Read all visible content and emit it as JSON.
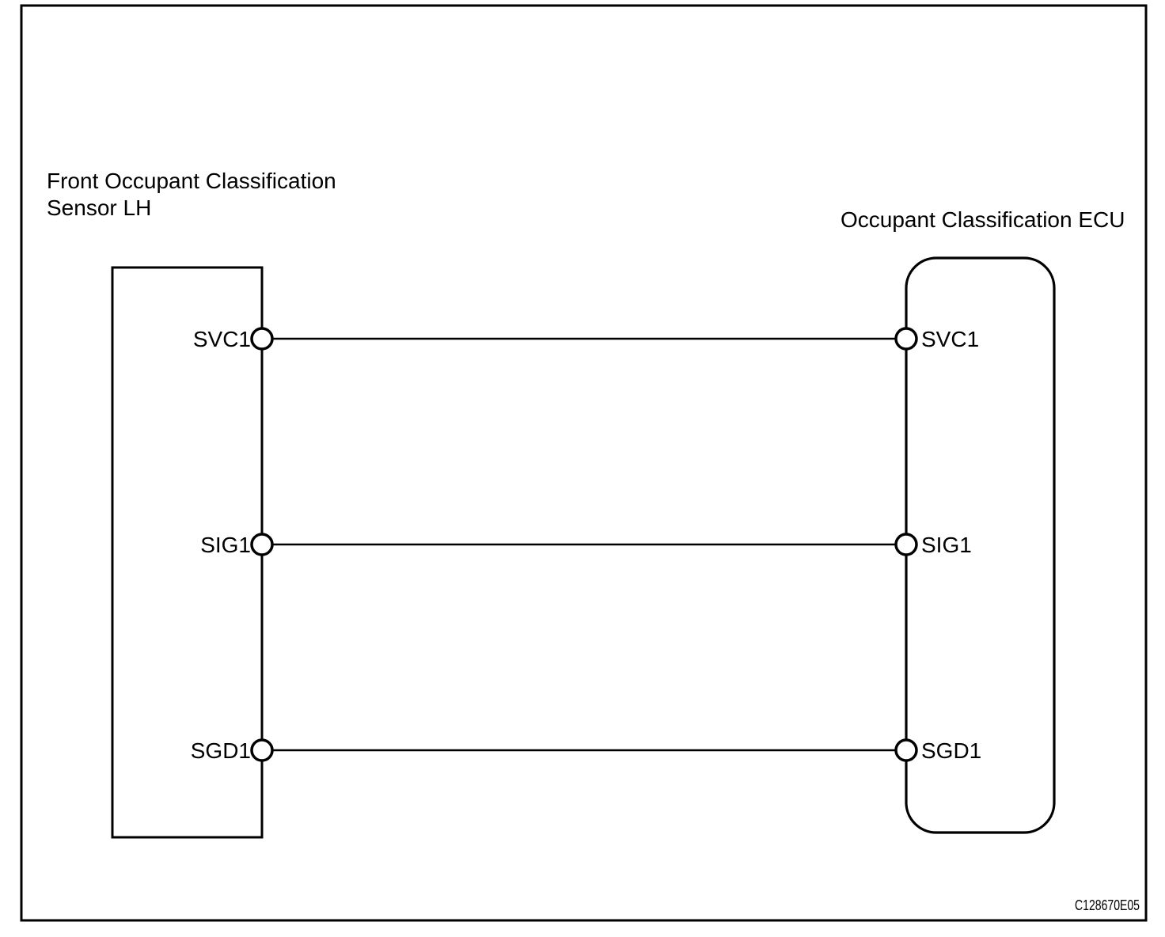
{
  "diagram": {
    "background_color": "#ffffff",
    "line_color": "#000000",
    "left_component": {
      "name_line1": "Front Occupant Classification",
      "name_line2": "Sensor LH"
    },
    "right_component": {
      "name": "Occupant Classification ECU"
    },
    "wires": [
      {
        "left_terminal": "SVC1",
        "right_terminal": "SVC1"
      },
      {
        "left_terminal": "SIG1",
        "right_terminal": "SIG1"
      },
      {
        "left_terminal": "SGD1",
        "right_terminal": "SGD1"
      }
    ],
    "figure_code": "C128670E05"
  }
}
